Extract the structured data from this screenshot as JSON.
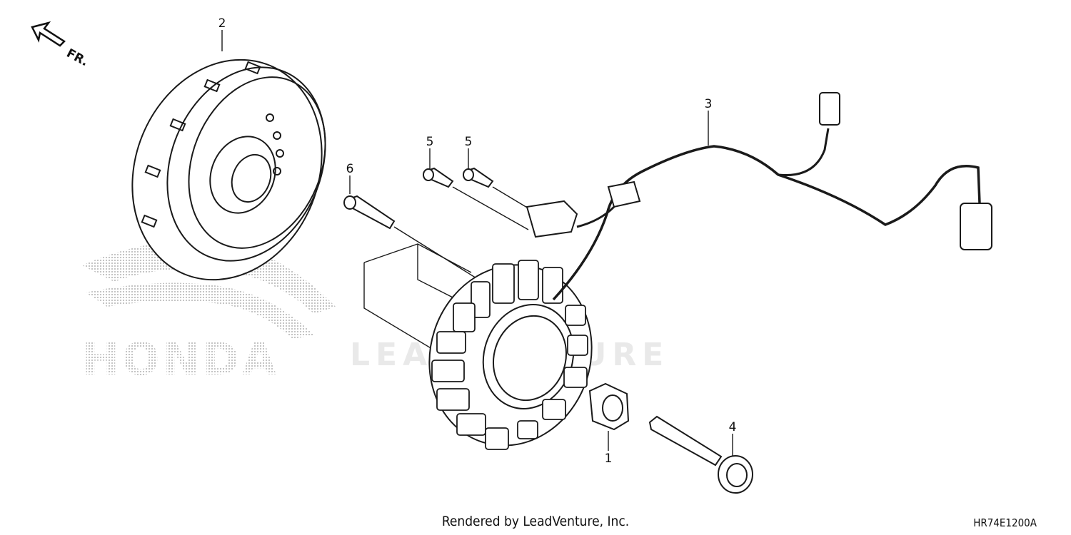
{
  "orientation": {
    "label": "FR."
  },
  "callouts": [
    {
      "id": "2",
      "label": "2"
    },
    {
      "id": "3",
      "label": "3"
    },
    {
      "id": "5a",
      "label": "5"
    },
    {
      "id": "5b",
      "label": "5"
    },
    {
      "id": "6",
      "label": "6"
    },
    {
      "id": "4",
      "label": "4"
    },
    {
      "id": "1",
      "label": "1"
    }
  ],
  "watermark": {
    "brand": "HONDA",
    "vendor": "LEADVENTURE"
  },
  "footer": {
    "credit": "Rendered by LeadVenture, Inc.",
    "diagram_code": "HR74E1200A"
  },
  "colors": {
    "line": "#1a1a1a",
    "watermark_dots": "#9a9a9a",
    "watermark_text": "#e9e9e9"
  }
}
